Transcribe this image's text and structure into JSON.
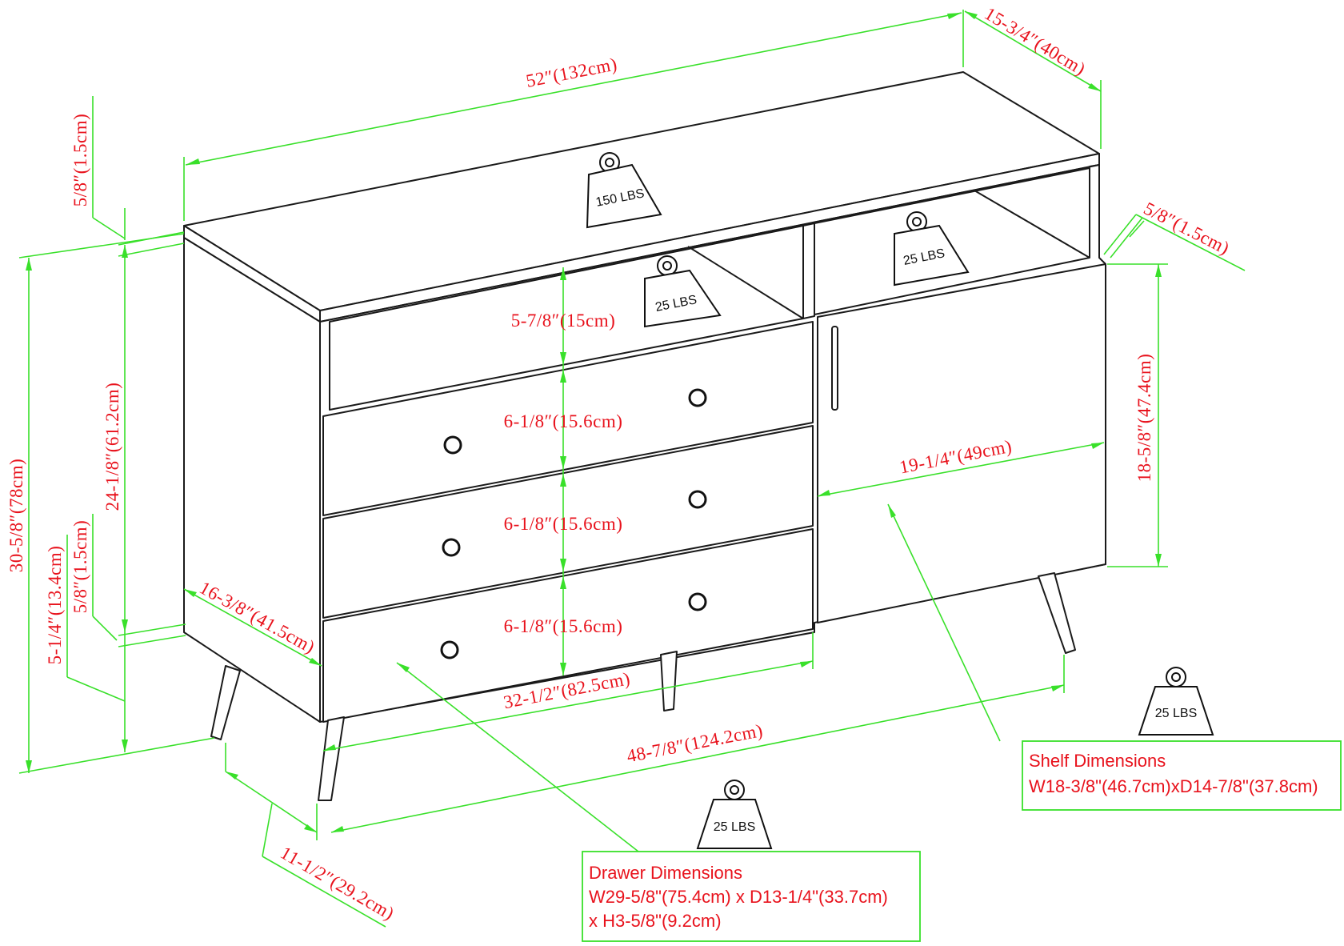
{
  "dimensions": {
    "overall_width": "52″(132cm)",
    "overall_depth": "15-3/4″(40cm)",
    "top_thickness": "5/8″(1.5cm)",
    "top_thickness_right": "5/8″(1.5cm)",
    "overall_height": "30-5/8″(78cm)",
    "body_height": "24-1/8″(61.2cm)",
    "leg_height": "5-1/4″(13.4cm)",
    "bottom_thickness": "5/8″(1.5cm)",
    "side_depth": "16-3/8″(41.5cm)",
    "open_shelf_height": "5-7/8″(15cm)",
    "drawer1_height": "6-1/8″(15.6cm)",
    "drawer2_height": "6-1/8″(15.6cm)",
    "drawer3_height": "6-1/8″(15.6cm)",
    "drawer_section_width": "32-1/2″(82.5cm)",
    "leg_span_width": "48-7/8″(124.2cm)",
    "leg_span_depth": "11-1/2″(29.2cm)",
    "door_width": "19-1/4″(49cm)",
    "door_height": "18-5/8″(47.4cm)"
  },
  "weights": {
    "top": "150 LBS",
    "left_shelf": "25 LBS",
    "right_shelf": "25 LBS",
    "cabinet_shelf": "25 LBS",
    "drawer": "25 LBS"
  },
  "shelf_box": {
    "title": "Shelf Dimensions",
    "line1": "W18-3/8\"(46.7cm)xD14-7/8\"(37.8cm)"
  },
  "drawer_box": {
    "title": "Drawer Dimensions",
    "line1": "W29-5/8\"(75.4cm) x D13-1/4\"(33.7cm)",
    "line2": "x H3-5/8\"(9.2cm)"
  },
  "colors": {
    "dimension_line": "#39e02a",
    "dimension_text": "#e8121c",
    "outline": "#1a1a1a"
  }
}
